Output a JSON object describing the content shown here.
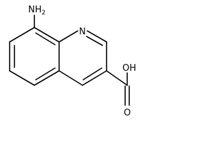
{
  "molecule": {
    "labels": {
      "amine": "NH",
      "amine_subscript": "2",
      "ring_nitrogen": "N",
      "hydroxyl": "OH",
      "carbonyl_oxygen": "O"
    },
    "colors": {
      "bond": "#000000",
      "text": "#000000",
      "background": "#ffffff"
    }
  }
}
